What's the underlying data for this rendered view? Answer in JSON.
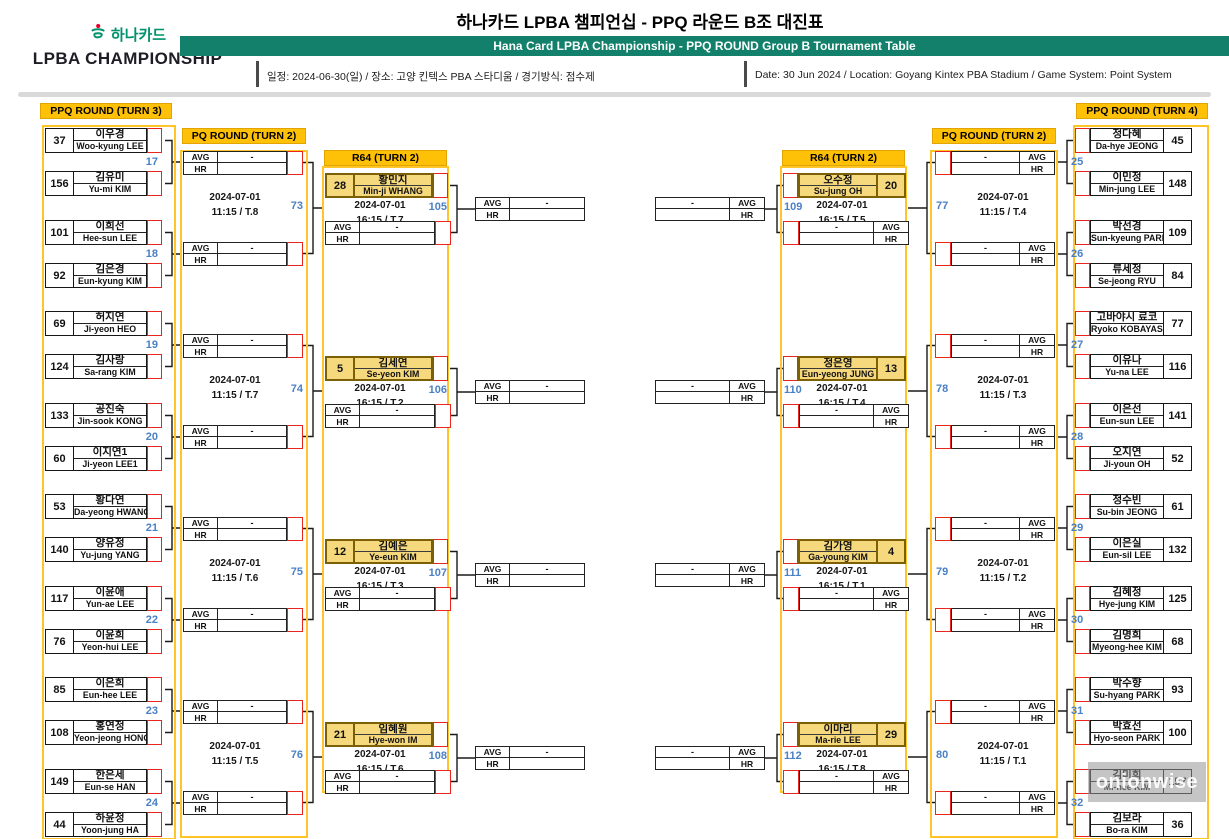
{
  "header": {
    "brand_kr": "하나카드",
    "brand_sub": "LPBA CHAMPIONSHIP",
    "title_kr": "하나카드 LPBA 챔피언십 - PPQ 라운드 B조 대진표",
    "title_en": "Hana Card LPBA Championship - PPQ ROUND Group B Tournament Table",
    "info_kr": "일정: 2024-06-30(일) / 장소: 고양 킨텍스 PBA 스타디움 / 경기방식: 점수제",
    "info_en": "Date: 30 Jun 2024 / Location: Goyang Kintex PBA Stadium / Game System: Point System"
  },
  "labels": {
    "ppq3": "PPQ ROUND (TURN 3)",
    "ppq4": "PPQ ROUND (TURN 4)",
    "pq": "PQ ROUND (TURN 2)",
    "r64": "R64 (TURN 2)",
    "avg": "AVG",
    "hr": "HR",
    "dash": "-"
  },
  "colors": {
    "accent_gold": "#FFC000",
    "seed_fill": "#F6D87D",
    "seed_border": "#7C6006",
    "score_border": "#E8261D",
    "match_no_blue": "#4A80C4",
    "bar_green": "#12806A"
  },
  "watermark": "onionwise",
  "left_ppq": {
    "pairs": [
      {
        "no": "17",
        "p1": {
          "id": "37",
          "kr": "이우경",
          "en": "Woo-kyung LEE"
        },
        "p2": {
          "id": "156",
          "kr": "김유미",
          "en": "Yu-mi KIM"
        }
      },
      {
        "no": "18",
        "p1": {
          "id": "101",
          "kr": "이희선",
          "en": "Hee-sun LEE"
        },
        "p2": {
          "id": "92",
          "kr": "김은경",
          "en": "Eun-kyung KIM"
        }
      },
      {
        "no": "19",
        "p1": {
          "id": "69",
          "kr": "허지연",
          "en": "Ji-yeon HEO"
        },
        "p2": {
          "id": "124",
          "kr": "김사랑",
          "en": "Sa-rang KIM"
        }
      },
      {
        "no": "20",
        "p1": {
          "id": "133",
          "kr": "공진숙",
          "en": "Jin-sook KONG"
        },
        "p2": {
          "id": "60",
          "kr": "이지연1",
          "en": "Ji-yeon LEE1"
        }
      },
      {
        "no": "21",
        "p1": {
          "id": "53",
          "kr": "황다연",
          "en": "Da-yeong HWANG"
        },
        "p2": {
          "id": "140",
          "kr": "양유정",
          "en": "Yu-jung YANG"
        }
      },
      {
        "no": "22",
        "p1": {
          "id": "117",
          "kr": "이윤애",
          "en": "Yun-ae LEE"
        },
        "p2": {
          "id": "76",
          "kr": "이윤희",
          "en": "Yeon-hui LEE"
        }
      },
      {
        "no": "23",
        "p1": {
          "id": "85",
          "kr": "이은희",
          "en": "Eun-hee LEE"
        },
        "p2": {
          "id": "108",
          "kr": "홍연정",
          "en": "Yeon-jeong HONG"
        }
      },
      {
        "no": "24",
        "p1": {
          "id": "149",
          "kr": "한은세",
          "en": "Eun-se HAN"
        },
        "p2": {
          "id": "44",
          "kr": "하윤정",
          "en": "Yoon-jung HA"
        }
      }
    ]
  },
  "left_pq": {
    "matches": [
      {
        "no": "73",
        "date": "2024-07-01",
        "time": "11:15 / T.8"
      },
      {
        "no": "74",
        "date": "2024-07-01",
        "time": "11:15 / T.7"
      },
      {
        "no": "75",
        "date": "2024-07-01",
        "time": "11:15 / T.6"
      },
      {
        "no": "76",
        "date": "2024-07-01",
        "time": "11:15 / T.5"
      }
    ]
  },
  "left_r64": {
    "matches": [
      {
        "no": "105",
        "seed": "28",
        "kr": "황민지",
        "en": "Min-ji WHANG",
        "date": "2024-07-01",
        "time": "16:15 / T.7"
      },
      {
        "no": "106",
        "seed": "5",
        "kr": "김세연",
        "en": "Se-yeon KIM",
        "date": "2024-07-01",
        "time": "16:15 / T.2"
      },
      {
        "no": "107",
        "seed": "12",
        "kr": "김예은",
        "en": "Ye-eun KIM",
        "date": "2024-07-01",
        "time": "16:15 / T.3"
      },
      {
        "no": "108",
        "seed": "21",
        "kr": "임혜원",
        "en": "Hye-won IM",
        "date": "2024-07-01",
        "time": "16:15 / T.6"
      }
    ]
  },
  "right_r64": {
    "matches": [
      {
        "no": "109",
        "seed": "20",
        "kr": "오수정",
        "en": "Su-jung OH",
        "date": "2024-07-01",
        "time": "16:15 / T.5"
      },
      {
        "no": "110",
        "seed": "13",
        "kr": "정은영",
        "en": "Eun-yeong JUNG",
        "date": "2024-07-01",
        "time": "16:15 / T.4"
      },
      {
        "no": "111",
        "seed": "4",
        "kr": "김가영",
        "en": "Ga-young KIM",
        "date": "2024-07-01",
        "time": "16:15 / T.1"
      },
      {
        "no": "112",
        "seed": "29",
        "kr": "이마리",
        "en": "Ma-rie LEE",
        "date": "2024-07-01",
        "time": "16:15 / T.8"
      }
    ]
  },
  "right_pq": {
    "matches": [
      {
        "no": "77",
        "date": "2024-07-01",
        "time": "11:15 / T.4"
      },
      {
        "no": "78",
        "date": "2024-07-01",
        "time": "11:15 / T.3"
      },
      {
        "no": "79",
        "date": "2024-07-01",
        "time": "11:15 / T.2"
      },
      {
        "no": "80",
        "date": "2024-07-01",
        "time": "11:15 / T.1"
      }
    ]
  },
  "right_ppq": {
    "pairs": [
      {
        "no": "25",
        "p1": {
          "id": "45",
          "kr": "정다혜",
          "en": "Da-hye JEONG"
        },
        "p2": {
          "id": "148",
          "kr": "이민정",
          "en": "Min-jung LEE"
        }
      },
      {
        "no": "26",
        "p1": {
          "id": "109",
          "kr": "박선경",
          "en": "Sun-kyeung PARK"
        },
        "p2": {
          "id": "84",
          "kr": "류세정",
          "en": "Se-jeong RYU"
        }
      },
      {
        "no": "27",
        "p1": {
          "id": "77",
          "kr": "고바야시 료코",
          "en": "Ryoko KOBAYASHI"
        },
        "p2": {
          "id": "116",
          "kr": "이유나",
          "en": "Yu-na LEE"
        }
      },
      {
        "no": "28",
        "p1": {
          "id": "141",
          "kr": "이은선",
          "en": "Eun-sun LEE"
        },
        "p2": {
          "id": "52",
          "kr": "오지연",
          "en": "Ji-youn OH"
        }
      },
      {
        "no": "29",
        "p1": {
          "id": "61",
          "kr": "정수빈",
          "en": "Su-bin JEONG"
        },
        "p2": {
          "id": "132",
          "kr": "이은실",
          "en": "Eun-sil LEE"
        }
      },
      {
        "no": "30",
        "p1": {
          "id": "125",
          "kr": "김혜정",
          "en": "Hye-jung KIM"
        },
        "p2": {
          "id": "68",
          "kr": "김명희",
          "en": "Myeong-hee KIM"
        }
      },
      {
        "no": "31",
        "p1": {
          "id": "93",
          "kr": "박수향",
          "en": "Su-hyang PARK"
        },
        "p2": {
          "id": "100",
          "kr": "박효선",
          "en": "Hyo-seon PARK"
        }
      },
      {
        "no": "32",
        "p1": {
          "id": "157",
          "kr": "김미희",
          "en": "Mi-hee KIM"
        },
        "p2": {
          "id": "36",
          "kr": "김보라",
          "en": "Bo-ra KIM"
        }
      }
    ]
  }
}
